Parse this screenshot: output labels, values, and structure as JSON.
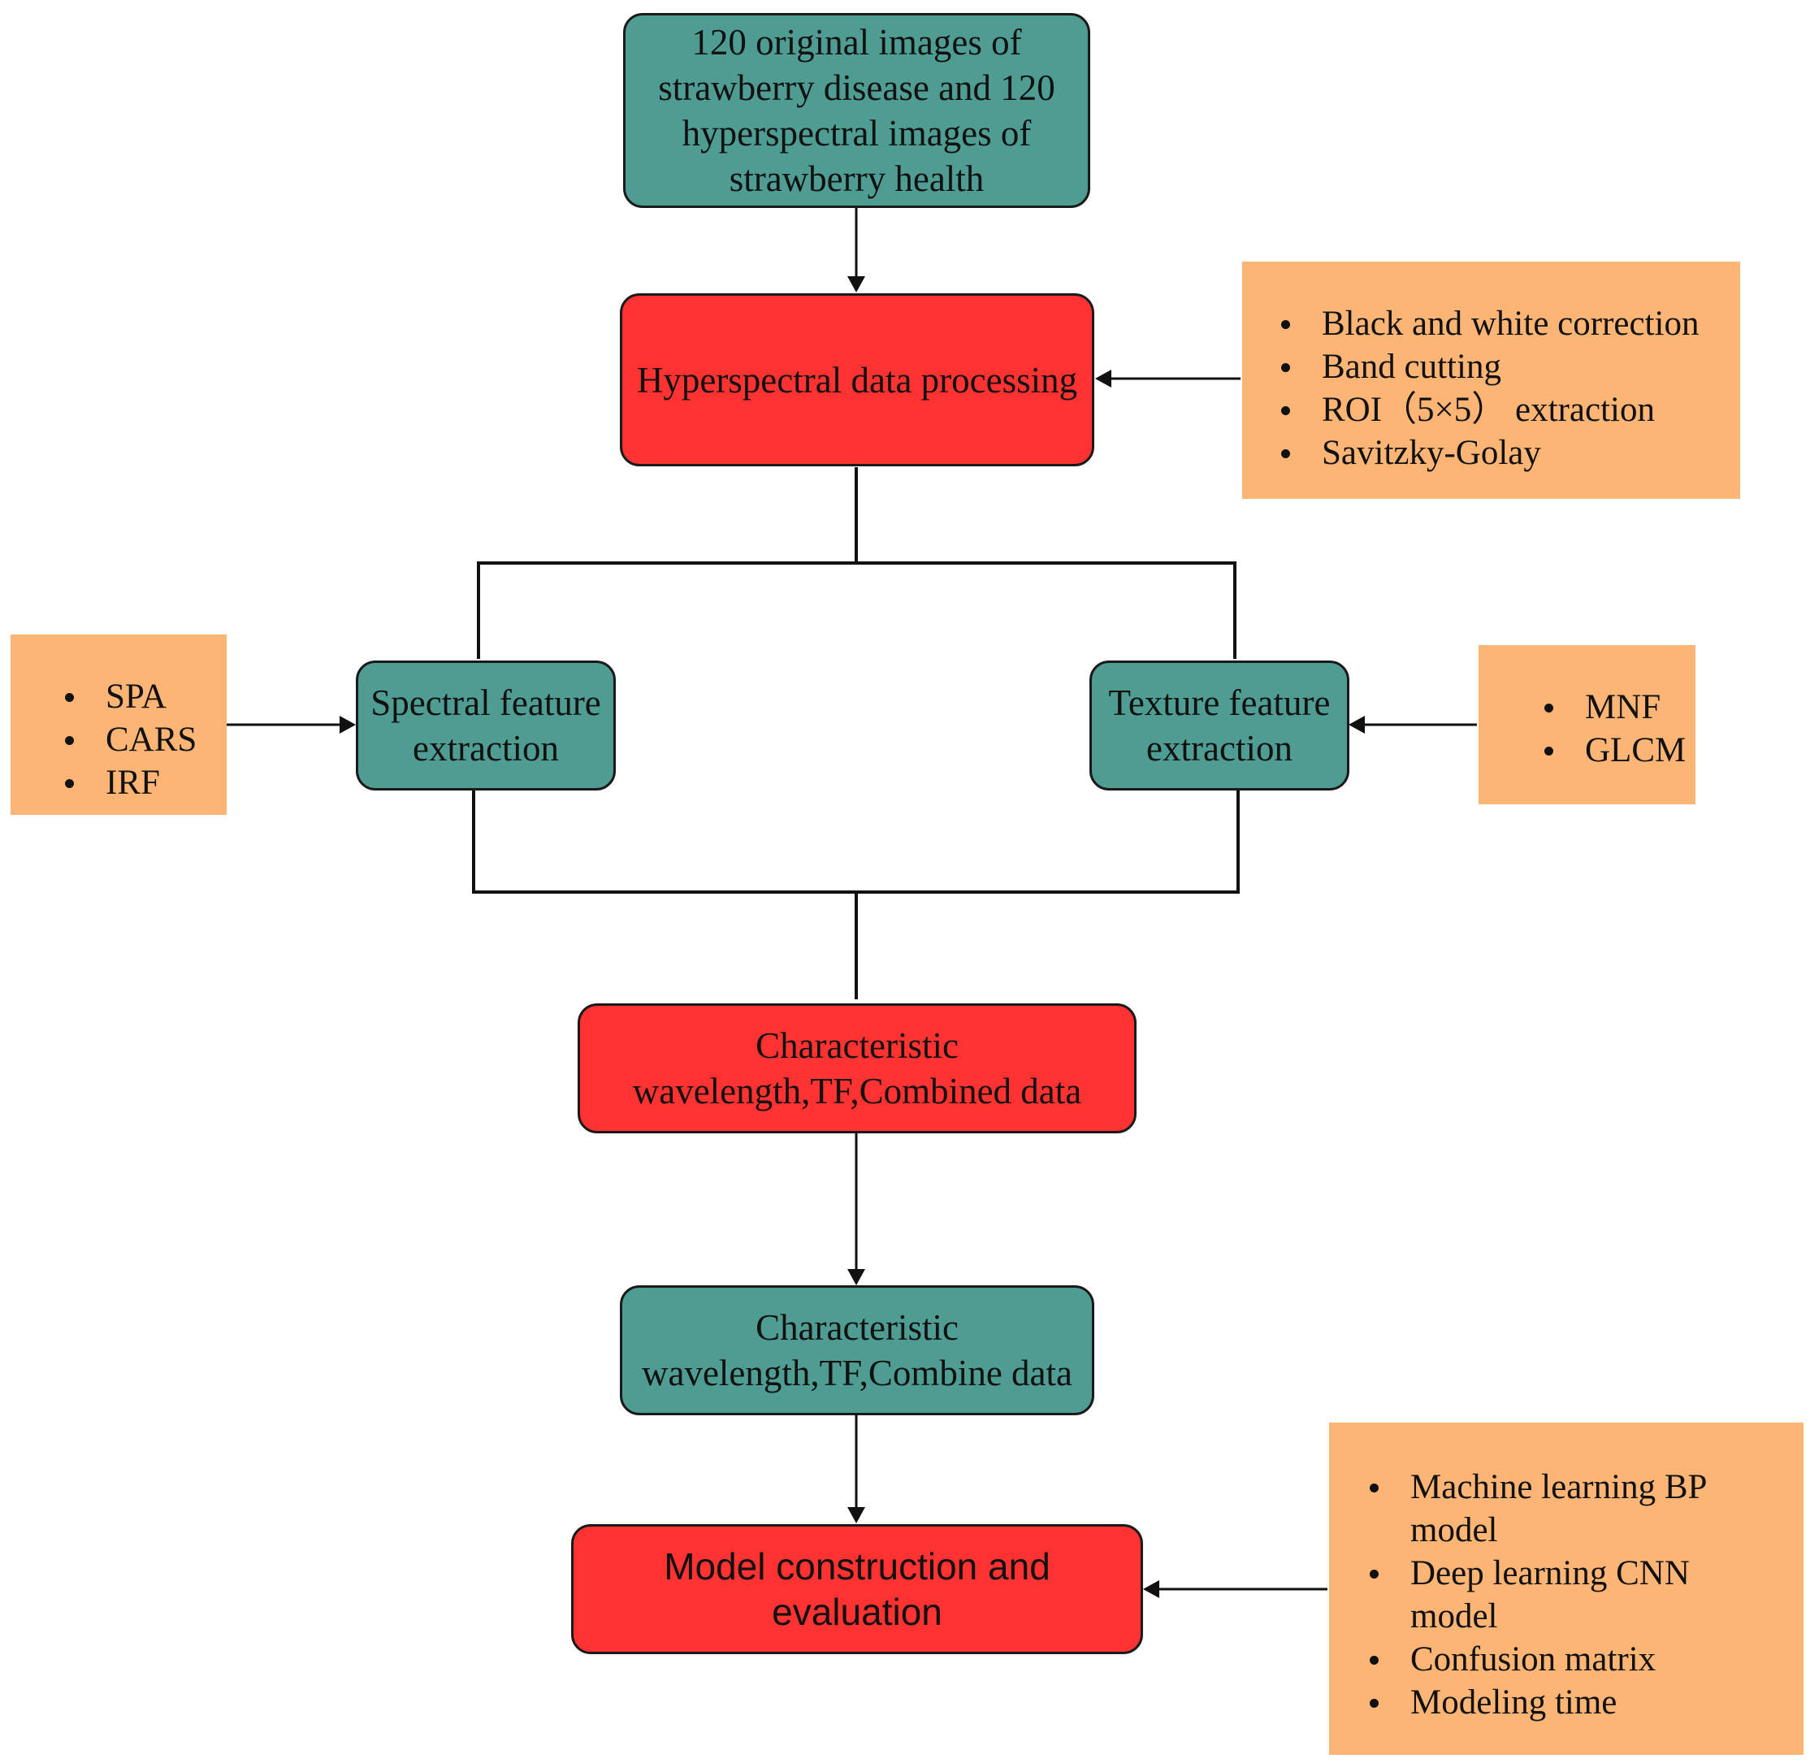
{
  "nodes": {
    "original_images": "120 original images of strawberry disease and 120 hyperspectral images of strawberry health",
    "data_processing": "Hyperspectral data processing",
    "spectral_extraction": "Spectral feature extraction",
    "texture_extraction": "Texture feature extraction",
    "characteristic_combined": "Characteristic wavelength,TF,Combined data",
    "characteristic_combine": "Characteristic wavelength,TF,Combine data",
    "model_evaluation": "Model construction and evaluation"
  },
  "notes": {
    "preprocessing": [
      "Black and white correction",
      "Band cutting",
      "ROI（5×5） extraction",
      "Savitzky-Golay"
    ],
    "spectral_methods": [
      "SPA",
      "CARS",
      "IRF"
    ],
    "texture_methods": [
      "MNF",
      "GLCM"
    ],
    "modeling": [
      "Machine learning BP model",
      "Deep learning CNN model",
      "Confusion matrix",
      "Modeling time"
    ]
  },
  "colors": {
    "teal": "#4e9c92",
    "red": "#ff3232",
    "orange": "#fcb574",
    "line": "#111111"
  }
}
